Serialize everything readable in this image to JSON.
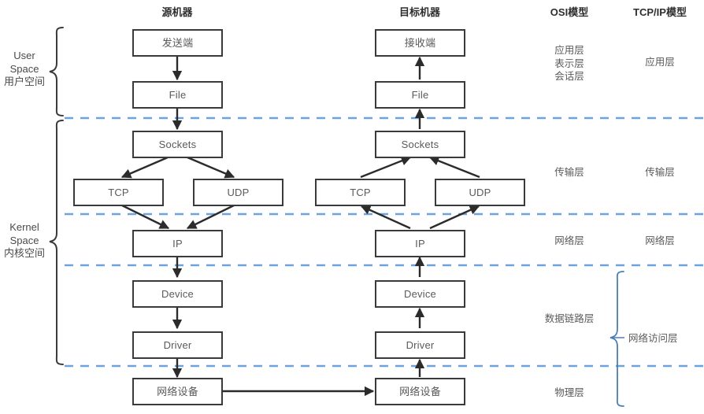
{
  "diagram": {
    "title_columns": [
      {
        "id": "source-machine",
        "label": "源机器"
      },
      {
        "id": "target-machine",
        "label": "目标机器"
      },
      {
        "id": "osi-model",
        "label": "OSI模型"
      },
      {
        "id": "tcpip-model",
        "label": "TCP/IP模型"
      }
    ],
    "space_brackets": [
      {
        "id": "user-space",
        "label": "User\nSpace\n用户空间"
      },
      {
        "id": "kernel-space",
        "label": "Kernel\nSpace\n内核空间"
      }
    ],
    "source_nodes": [
      {
        "id": "sender",
        "label": "发送端"
      },
      {
        "id": "file",
        "label": "File"
      },
      {
        "id": "sockets",
        "label": "Sockets"
      },
      {
        "id": "tcp",
        "label": "TCP"
      },
      {
        "id": "udp",
        "label": "UDP"
      },
      {
        "id": "ip",
        "label": "IP"
      },
      {
        "id": "device",
        "label": "Device"
      },
      {
        "id": "driver",
        "label": "Driver"
      },
      {
        "id": "network-device",
        "label": "网络设备"
      }
    ],
    "target_nodes": [
      {
        "id": "receiver",
        "label": "接收端"
      },
      {
        "id": "file",
        "label": "File"
      },
      {
        "id": "sockets",
        "label": "Sockets"
      },
      {
        "id": "tcp",
        "label": "TCP"
      },
      {
        "id": "udp",
        "label": "UDP"
      },
      {
        "id": "ip",
        "label": "IP"
      },
      {
        "id": "device",
        "label": "Device"
      },
      {
        "id": "driver",
        "label": "Driver"
      },
      {
        "id": "network-device",
        "label": "网络设备"
      }
    ],
    "osi_layers": [
      {
        "id": "application-presentation-session",
        "label": "应用层\n表示层\n会话层"
      },
      {
        "id": "transport",
        "label": "传输层"
      },
      {
        "id": "network",
        "label": "网络层"
      },
      {
        "id": "data-link",
        "label": "数据链路层"
      },
      {
        "id": "physical",
        "label": "物理层"
      }
    ],
    "tcpip_layers": [
      {
        "id": "application",
        "label": "应用层"
      },
      {
        "id": "transport",
        "label": "传输层"
      },
      {
        "id": "internet",
        "label": "网络层"
      },
      {
        "id": "network-access",
        "label": "网络访问层"
      }
    ],
    "colors": {
      "divider": "#6ba3e0",
      "bracket_dark": "#3a3a3a",
      "bracket_blue": "#4a7eb5",
      "node_border": "#3a3a3a",
      "node_text": "#5a5a5a",
      "header_text": "#2e2e2e",
      "background": "#ffffff"
    }
  }
}
